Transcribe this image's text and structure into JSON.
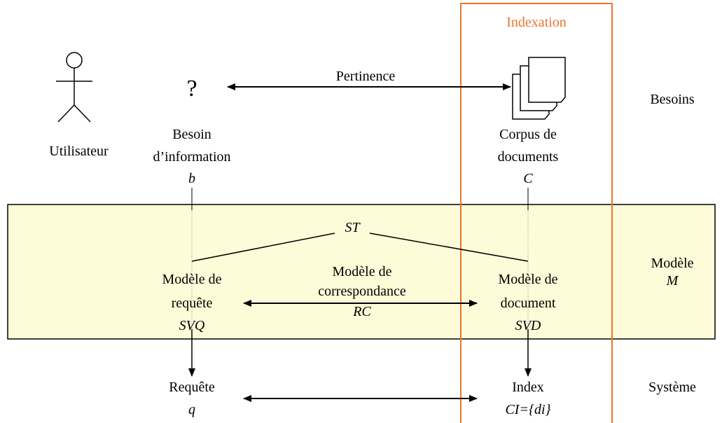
{
  "colors": {
    "accent": "#e8762c",
    "model_band_fill": "#fefbd8",
    "line": "#000000"
  },
  "icons": {
    "user": "stick-figure-icon",
    "question": "question-mark-icon",
    "documents": "document-stack-icon"
  },
  "indexation_label": "Indexation",
  "rows": {
    "besoins": "Besoins",
    "modele": "Modèle",
    "modele_symbol": "M",
    "systeme": "Système"
  },
  "user": {
    "label": "Utilisateur"
  },
  "question_mark": "?",
  "need": {
    "line1": "Besoin",
    "line2": "d’information",
    "symbol": "b"
  },
  "corpus": {
    "line1": "Corpus de",
    "line2": "documents",
    "symbol": "C"
  },
  "pertinence": "Pertinence",
  "st": "ST",
  "query_model": {
    "line1": "Modèle de",
    "line2": "requête",
    "symbol": "SVQ"
  },
  "match_model": {
    "line1": "Modèle de",
    "line2": "correspondance",
    "symbol": "RC"
  },
  "doc_model": {
    "line1": "Modèle de",
    "line2": "document",
    "symbol": "SVD"
  },
  "requete": {
    "label": "Requête",
    "symbol": "q"
  },
  "index": {
    "label": "Index",
    "symbol": "CI={di}"
  }
}
